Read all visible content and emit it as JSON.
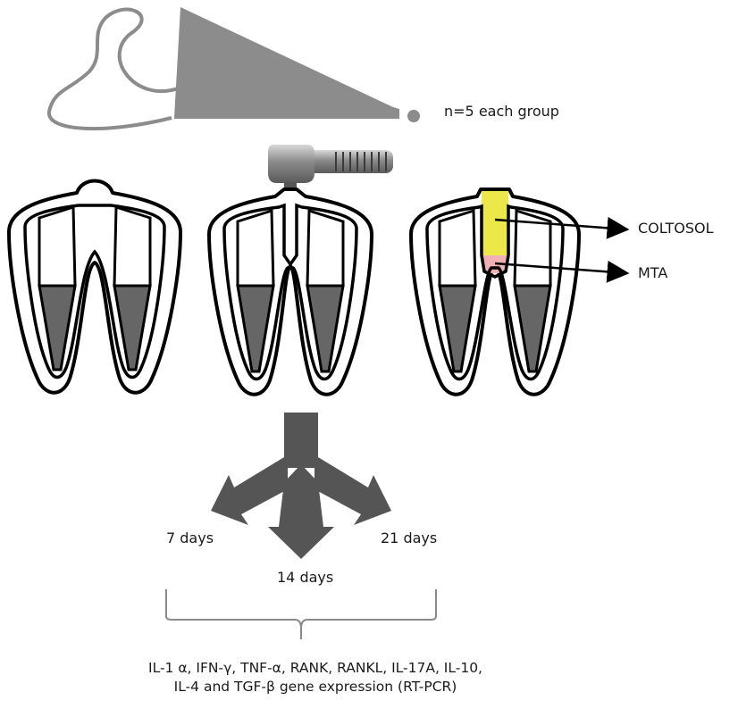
{
  "labels": {
    "n_per_group": "n=5 each group",
    "coltosol": "COLTOSOL",
    "mta": "MTA",
    "day7": "7 days",
    "day14": "14 days",
    "day21": "21 days"
  },
  "caption": {
    "line1": "IL-1 α, IFN-γ, TNF-α, RANK, RANKL, IL-17A, IL-10,",
    "line2": "IL-4 and TGF-β gene expression (RT-PCR)"
  },
  "colors": {
    "rat": "#8c8c8c",
    "arrow": "#555555",
    "pulp": "#666666",
    "coltosol": "#ece84a",
    "mta": "#f0b0b5"
  }
}
